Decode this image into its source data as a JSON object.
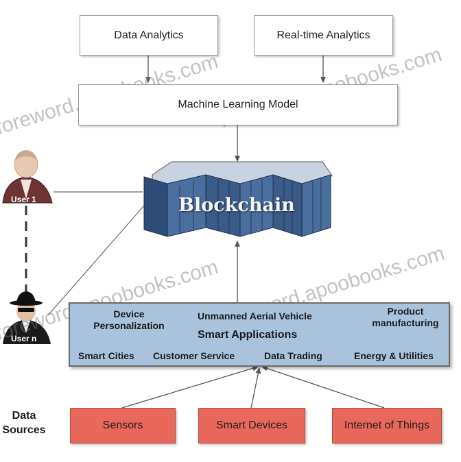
{
  "top_boxes": {
    "data_analytics": "Data Analytics",
    "realtime_analytics": "Real-time Analytics"
  },
  "ml_model": "Machine Learning Model",
  "blockchain": "Blockchain",
  "users": {
    "user_1": "User 1",
    "user_n": "User n"
  },
  "smart_applications": {
    "title": "Smart Applications",
    "device_personalization": "Device Personalization",
    "uav": "Unmanned Aerial Vehicle",
    "product_manufacturing": "Product manufacturing",
    "smart_cities": "Smart Cities",
    "customer_service": "Customer Service",
    "data_trading": "Data Trading",
    "energy_utilities": "Energy & Utilities"
  },
  "data_sources_label": "Data Sources",
  "sources": {
    "sensors": "Sensors",
    "smart_devices": "Smart Devices",
    "iot": "Internet of Things"
  },
  "watermarks": {
    "w1": "foreword.apoobooks.com",
    "w2": "foreword.apoobooks.com",
    "w3": "foreword.apoobooks.com",
    "w4": "foreword.apoobooks.com"
  },
  "colors": {
    "apps_fill": "#a9c3dd",
    "source_fill": "#e8695c",
    "blockchain_fill": "#3d5f8c"
  }
}
